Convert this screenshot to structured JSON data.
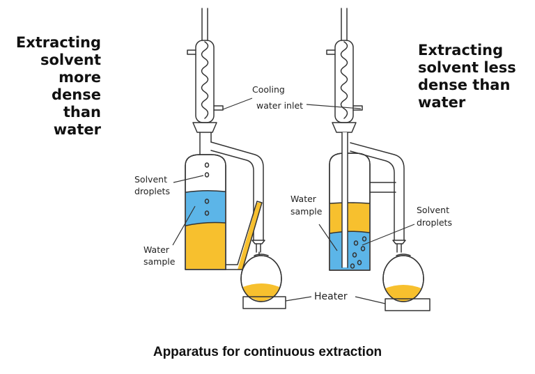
{
  "diagram": {
    "left_heading": [
      "Extracting",
      "solvent",
      "more",
      "dense",
      "than",
      "water"
    ],
    "right_heading": [
      "Extracting",
      "solvent less",
      "dense than",
      "water"
    ],
    "caption": "Apparatus for continuous extraction",
    "labels": {
      "cooling_water_inlet": [
        "Cooling",
        "water inlet"
      ],
      "solvent_droplets_left": [
        "Solvent",
        "droplets"
      ],
      "water_sample_left": [
        "Water",
        "sample"
      ],
      "water_sample_right": [
        "Water",
        "sample"
      ],
      "solvent_droplets_right": [
        "Solvent",
        "droplets"
      ],
      "heater": "Heater"
    },
    "colors": {
      "water": "#5cb5e8",
      "solvent": "#f7c02e",
      "outline": "#333333",
      "glass": "#ffffff"
    }
  }
}
